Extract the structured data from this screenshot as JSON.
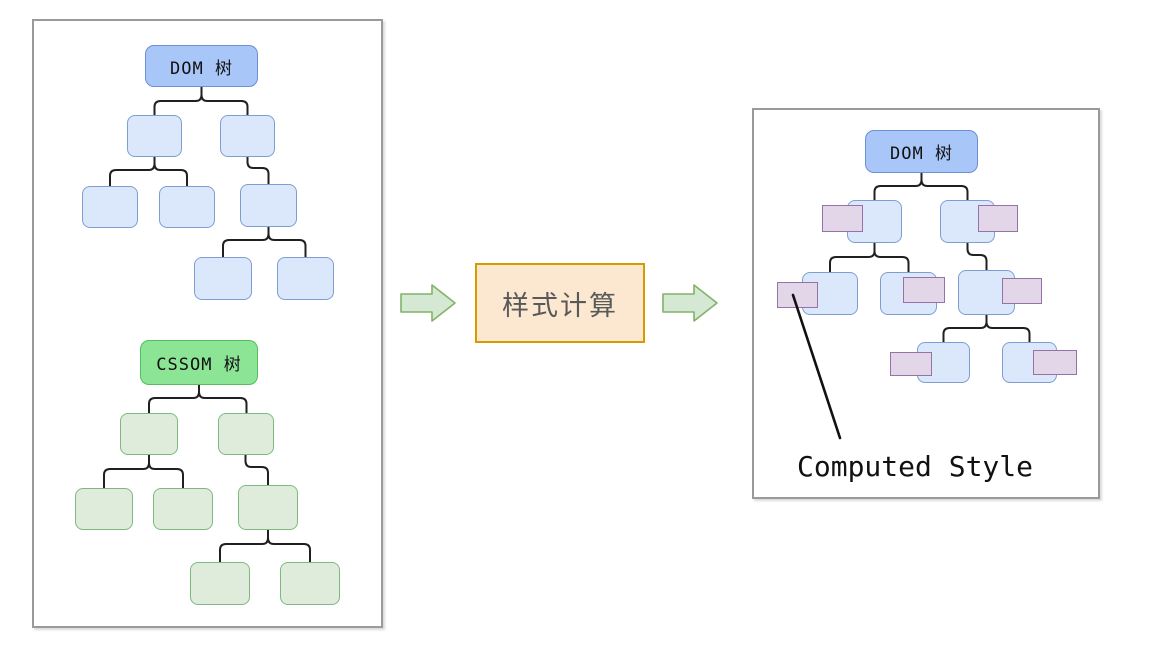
{
  "left_panel": {
    "dom_tree": {
      "root_label": "DOM 树"
    },
    "cssom_tree": {
      "root_label": "CSSOM 树"
    }
  },
  "flow": {
    "process_label": "样式计算"
  },
  "right_panel": {
    "dom_tree": {
      "root_label": "DOM 树"
    },
    "annotation_label": "Computed Style"
  },
  "colors": {
    "dom_root_fill": "#a8c6f7",
    "dom_root_stroke": "#6d8fd4",
    "dom_node_fill": "#dbe8fb",
    "dom_node_stroke": "#7e9ed2",
    "cssom_root_fill": "#8ce595",
    "cssom_root_stroke": "#54bd60",
    "cssom_node_fill": "#dfecdb",
    "cssom_node_stroke": "#7cbb80",
    "computed_style_fill": "#e3d6e9",
    "computed_style_stroke": "#9673a6",
    "process_fill": "#fce8d0",
    "process_stroke": "#d79b00",
    "arrow_fill": "#d5e8d4",
    "arrow_stroke": "#82b366",
    "connector_stroke": "#202020",
    "panel_border": "#9a9a9a"
  },
  "icons": {
    "flow_arrow": "arrow-right"
  }
}
